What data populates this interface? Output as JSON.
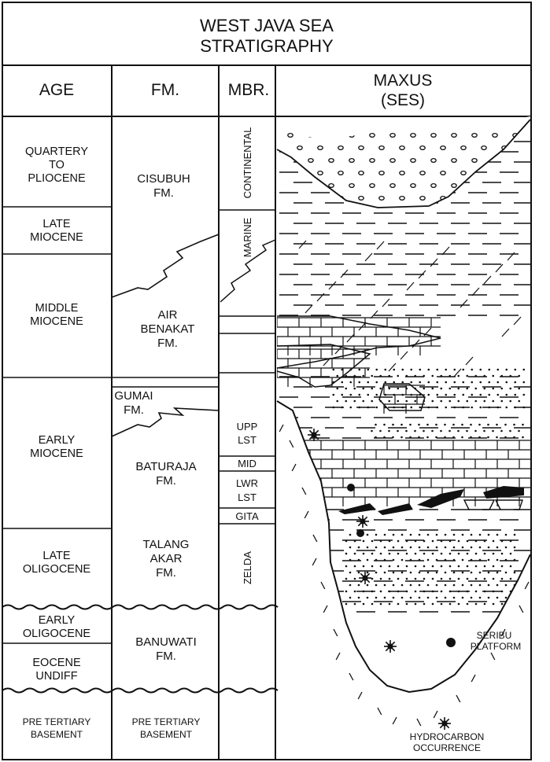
{
  "title": [
    "WEST JAVA SEA",
    "STRATIGRAPHY"
  ],
  "headers": {
    "age": "AGE",
    "fm": "FM.",
    "mbr": "MBR.",
    "maxus": [
      "MAXUS",
      "(SES)"
    ]
  },
  "ages": [
    {
      "lines": [
        "QUARTERY",
        "TO",
        "PLIOCENE"
      ]
    },
    {
      "lines": [
        "LATE",
        "MIOCENE"
      ]
    },
    {
      "lines": [
        "MIDDLE",
        "MIOCENE"
      ]
    },
    {
      "lines": [
        "EARLY",
        "MIOCENE"
      ]
    },
    {
      "lines": [
        "LATE",
        "OLIGOCENE"
      ]
    },
    {
      "lines": [
        "EARLY",
        "OLIGOCENE"
      ]
    },
    {
      "lines": [
        "EOCENE",
        "UNDIFF"
      ]
    },
    {
      "lines": [
        "PRE TERTIARY",
        "BASEMENT"
      ]
    }
  ],
  "formations": [
    {
      "lines": [
        "CISUBUH",
        "FM."
      ]
    },
    {
      "lines": [
        "AIR",
        "BENAKAT",
        "FM."
      ]
    },
    {
      "lines": [
        "GUMAI",
        "FM."
      ]
    },
    {
      "lines": [
        "BATURAJA",
        "FM."
      ]
    },
    {
      "lines": [
        "TALANG",
        "AKAR",
        "FM."
      ]
    },
    {
      "lines": [
        "BANUWATI",
        "FM."
      ]
    },
    {
      "lines": [
        "PRE TERTIARY",
        "BASEMENT"
      ]
    }
  ],
  "members": {
    "vertical": [
      "CONTINENTAL",
      "MARINE",
      "ZELDA"
    ],
    "horizontal": [
      [
        "UPP",
        "LST"
      ],
      [
        "MID"
      ],
      [
        "LWR",
        "LST"
      ],
      [
        "GITA"
      ]
    ]
  },
  "annotations": {
    "seribu": [
      "SERIBU",
      "PLATFORM"
    ],
    "hydrocarbon": [
      "HYDROCARBON",
      "OCCURRENCE"
    ]
  }
}
